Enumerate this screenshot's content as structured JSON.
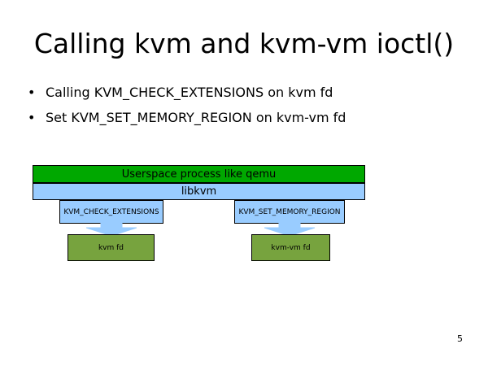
{
  "slide": {
    "title": "Calling kvm and kvm-vm ioctl()",
    "bullets": [
      "Calling KVM_CHECK_EXTENSIONS on kvm fd",
      "Set KVM_SET_MEMORY_REGION on kvm-vm fd"
    ],
    "page_number": "5"
  },
  "diagram": {
    "userspace_label": "Userspace process like qemu",
    "libkvm_label": "libkvm",
    "calls": [
      {
        "label": "KVM_CHECK_EXTENSIONS",
        "target": "kvm fd"
      },
      {
        "label": "KVM_SET_MEMORY_REGION",
        "target": "kvm-vm fd"
      }
    ],
    "colors": {
      "userspace": "#00a800",
      "libkvm": "#99ccff",
      "fd": "#77a33e",
      "arrow": "#99ccff"
    }
  }
}
